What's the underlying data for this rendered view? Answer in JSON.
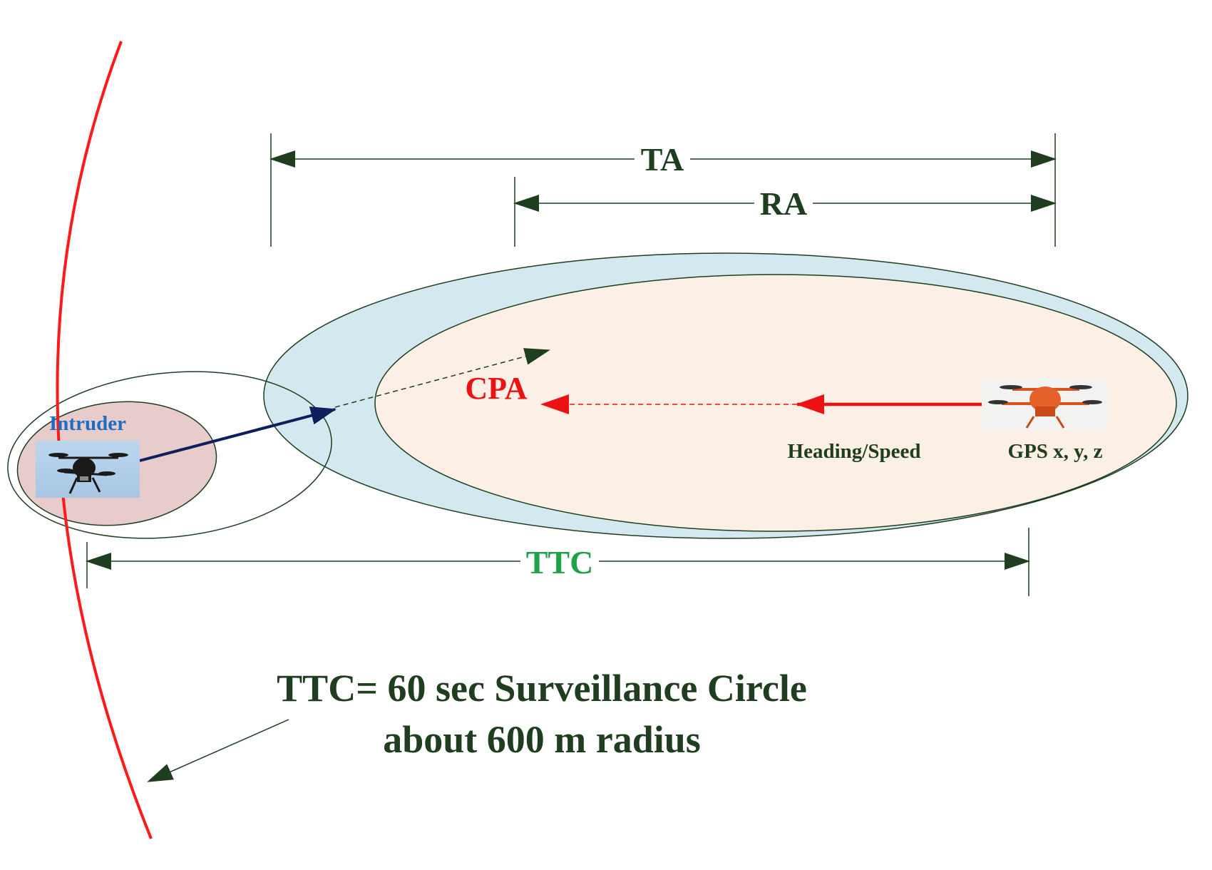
{
  "labels": {
    "ta": "TA",
    "ra": "RA",
    "cpa": "CPA",
    "intruder": "Intruder",
    "heading_speed": "Heading/Speed",
    "gps": "GPS x, y, z",
    "ttc": "TTC",
    "caption_line1": "TTC= 60 sec Surveillance Circle",
    "caption_line2": "about 600 m  radius"
  },
  "colors": {
    "dark_green": "#1f3d1f",
    "ttc_green": "#1fa24a",
    "cpa_red": "#ee1111",
    "intruder_blue": "#1a6fc4",
    "surveillance_red": "#ff1a1a",
    "ta_zone_fill": "#d3e9ef",
    "ra_zone_fill": "#fcefe5",
    "intruder_zone_fill": "#e8cccc",
    "navy_arrow": "#0d1f5c"
  },
  "icons": {
    "intruder": "quadcopter-drone-icon",
    "ownship": "orange-hexacopter-drone-icon"
  }
}
